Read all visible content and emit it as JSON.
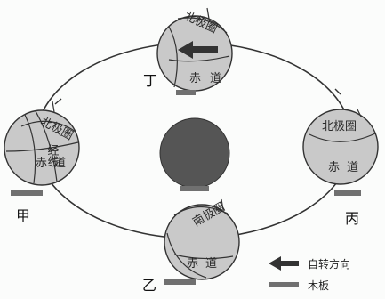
{
  "positions": {
    "jia": "甲",
    "yi": "乙",
    "bing": "丙",
    "ding": "丁"
  },
  "globe_labels": {
    "north_polar_circle": "北极圈",
    "south_polar_circle": "南极圈",
    "equator": "赤道",
    "meridian": "经线"
  },
  "legend": {
    "rotation_direction": "自转方向",
    "wooden_board": "木板"
  },
  "colors": {
    "globe_fill": "#c9c9c9",
    "sun_fill": "#555555",
    "board": "#707070",
    "orbit": "#333333"
  }
}
